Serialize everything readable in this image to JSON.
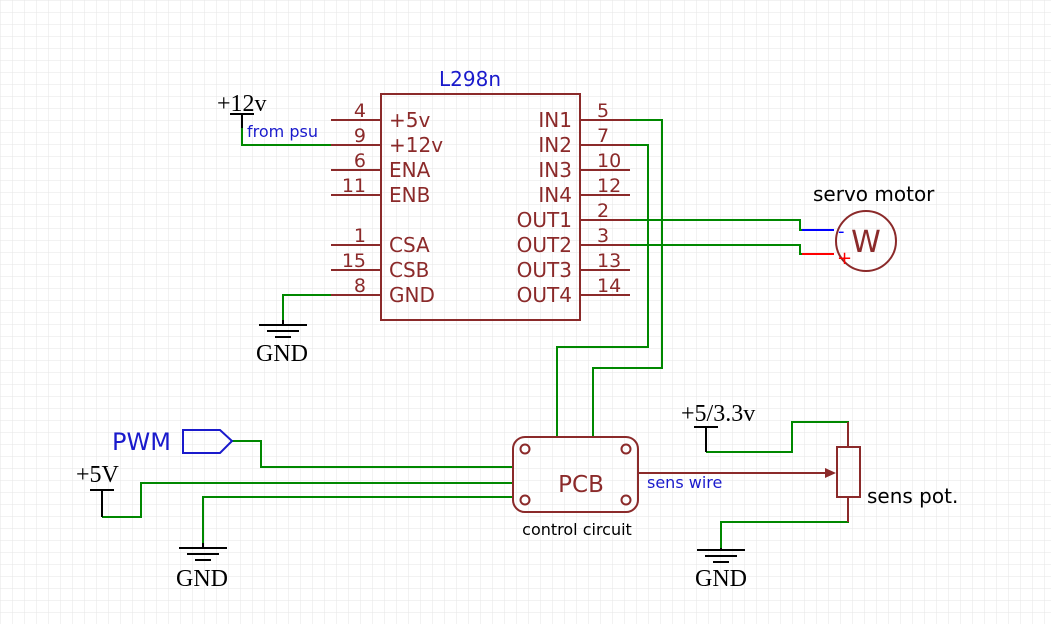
{
  "colors": {
    "part": "#8b2a2a",
    "wire": "#008800",
    "label_blue": "#1a1acc",
    "power": "#000000",
    "red": "#ff0000",
    "blue": "#0000ff"
  },
  "ic": {
    "name": "L298n",
    "left_pins": [
      {
        "num": "4",
        "label": "+5v"
      },
      {
        "num": "9",
        "label": "+12v"
      },
      {
        "num": "6",
        "label": "ENA"
      },
      {
        "num": "11",
        "label": "ENB"
      },
      {
        "num": "1",
        "label": "CSA"
      },
      {
        "num": "15",
        "label": "CSB"
      },
      {
        "num": "8",
        "label": "GND"
      }
    ],
    "right_pins": [
      {
        "num": "5",
        "label": "IN1"
      },
      {
        "num": "7",
        "label": "IN2"
      },
      {
        "num": "10",
        "label": "IN3"
      },
      {
        "num": "12",
        "label": "IN4"
      },
      {
        "num": "2",
        "label": "OUT1"
      },
      {
        "num": "3",
        "label": "OUT2"
      },
      {
        "num": "13",
        "label": "OUT3"
      },
      {
        "num": "14",
        "label": "OUT4"
      }
    ]
  },
  "power": {
    "v12": "+12v",
    "v5": "+5V",
    "v5_33": "+5/3.3v",
    "gnd": "GND"
  },
  "labels": {
    "from_psu": "from psu",
    "pwm": "PWM",
    "sens_wire": "sens wire",
    "servo_motor": "servo motor",
    "motor_symbol": "W",
    "minus": "-",
    "plus": "+",
    "pcb": "PCB",
    "control_circuit": "control circuit",
    "sens_pot": "sens pot."
  }
}
